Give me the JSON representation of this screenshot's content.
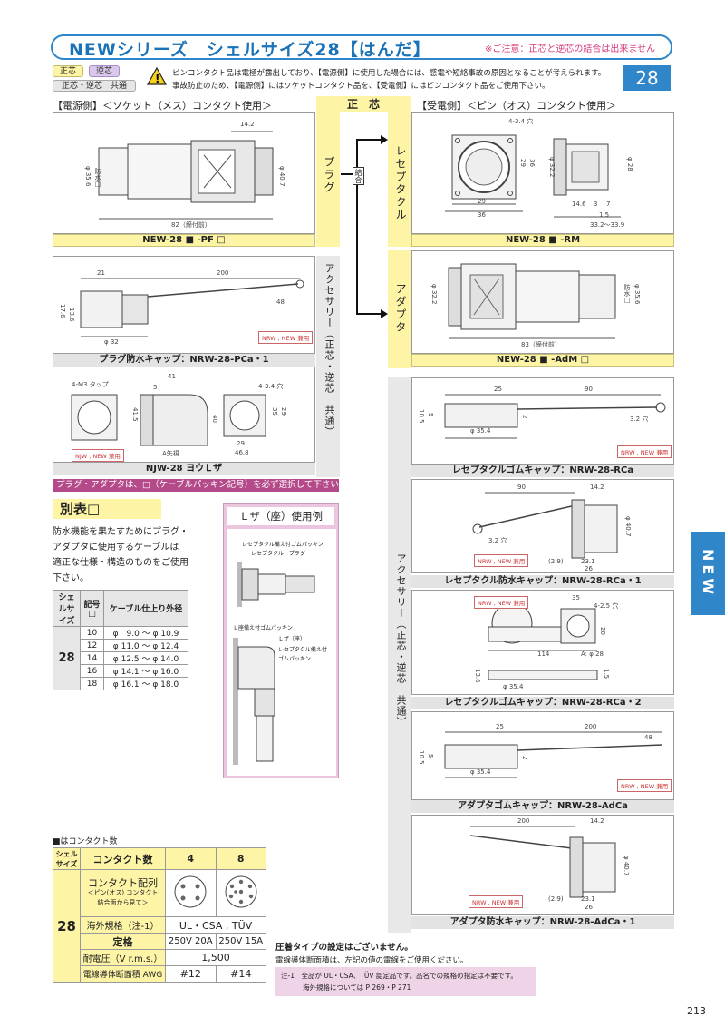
{
  "header": {
    "title": "NEWシリーズ　シェルサイズ28【はんだ】",
    "note": "※ご注意：正芯と逆芯の結合は出来ません"
  },
  "tags": {
    "seishin": "正芯",
    "gyakushin": "逆芯",
    "common": "正芯・逆芯　共通"
  },
  "warning": {
    "line1": "ピンコンタクト品は電極が露出しており、【電源側】に使用した場合には、感電や短絡事故の原因となることが考えられます。",
    "line2": "事故防止のため、【電源側】にはソケットコンタクト品を、【受電側】にはピンコンタクト品をご使用下さい。"
  },
  "page_box": "28",
  "power_side": "【電源側】＜ソケット（メス）コンタクト使用＞",
  "center_label": "正　芯",
  "receive_side": "【受電側】＜ピン（オス）コンタクト使用＞",
  "vertical": {
    "plug": "プラグ",
    "receptacle": "レセプタクル",
    "adapter": "アダプタ",
    "ketsugo": "結合",
    "accessory_left": "アクセサリー（正芯・逆芯　共通）",
    "accessory_right": "アクセサリー（正芯・逆芯　共通）"
  },
  "labels": {
    "plug": "NEW-28 ■ -PF □",
    "receptacle": "NEW-28 ■ -RM",
    "adapter": "NEW-28 ■ -AdM □",
    "plug_cap": "プラグ防水キャップ：NRW-28-PCa・1",
    "njw": "NJW-28 ヨウＬザ",
    "rcap1": "レセプタクルゴムキャップ：NRW-28-RCa",
    "rcap2": "レセプタクル防水キャップ：NRW-28-RCa・1",
    "rcap3": "レセプタクルゴムキャップ：NRW-28-RCa・2",
    "acap1": "アダプタゴムキャップ：NRW-28-AdCa",
    "acap2": "アダプタ防水キャップ：NRW-28-AdCa・1"
  },
  "badges": {
    "nrw_new": "NRW , NEW 兼用",
    "njw_new": "NJW , NEW 兼用"
  },
  "dims": {
    "plug": [
      "14.2",
      "φ 35.6",
      "防水□",
      "φ 40.7",
      "82（締付前）"
    ],
    "rec": [
      "4-3.4 穴",
      "φ 32.2",
      "φ 28",
      "29",
      "36",
      "29",
      "36",
      "14.6",
      "3",
      "7",
      "1.5",
      "33.2～33.9"
    ],
    "adp": [
      "φ 32.2",
      "防水□",
      "φ 35.6",
      "83（締付前）"
    ],
    "pcap": [
      "21",
      "200",
      "48",
      "17.6",
      "13.6",
      "φ 32"
    ],
    "njw": [
      "4-M3 タップ",
      "41",
      "5",
      "40",
      "41.5",
      "A矢視",
      "4-3.4 穴",
      "29",
      "46.8",
      "35",
      "29"
    ],
    "rc1": [
      "25",
      "90",
      "10.5",
      "5",
      "2",
      "3.2 穴",
      "φ 35.4"
    ],
    "rc2": [
      "90",
      "14.2",
      "φ 40.7",
      "3.2 穴",
      "(2.9)",
      "23.1",
      "26"
    ],
    "rc3": [
      "35",
      "4-2.5 穴",
      "20",
      "114",
      "A: φ 28",
      "13.6",
      "1.5",
      "φ 35.4"
    ],
    "ac1": [
      "25",
      "200",
      "48",
      "10.5",
      "5",
      "2",
      "φ 35.4"
    ],
    "ac2": [
      "200",
      "14.2",
      "φ 40.7",
      "(2.9)",
      "23.1",
      "26"
    ]
  },
  "select_note": "プラグ・アダプタは、□（ケーブルパッキン記号）を必ず選択して下さい",
  "beppyo": {
    "title": "別表□",
    "text": [
      "防水機能を果たすためにプラグ・",
      "アダプタに使用するケーブルは",
      "適正な仕様・構造のものをご使用",
      "下さい。"
    ]
  },
  "cable_table": {
    "headers": [
      "シェルサイズ",
      "記号□",
      "ケーブル仕上り外径"
    ],
    "shell": "28",
    "rows": [
      [
        "10",
        "φ　9.0 ～ φ 10.9"
      ],
      [
        "12",
        "φ 11.0 ～ φ 12.4"
      ],
      [
        "14",
        "φ 12.5 ～ φ 14.0"
      ],
      [
        "16",
        "φ 14.1 ～ φ 16.0"
      ],
      [
        "18",
        "φ 16.1 ～ φ 18.0"
      ]
    ]
  },
  "lza": {
    "title": "Ｌザ（座）使用例",
    "notes": [
      "レセプタクル備え付ゴムパッキン",
      "レセプタクル　プラグ",
      "Ｌ座備え付ゴムパッキン",
      "Ｌザ（座）",
      "レセプタクル備え付",
      "ゴムパッキン"
    ]
  },
  "contact": {
    "caption": "■はコンタクト数",
    "h_shell": "シェルサイズ",
    "h_count": "コンタクト数",
    "c4": "4",
    "c8": "8",
    "shell": "28",
    "arr_label": "コンタクト配列",
    "arr_sub": "＜ピン(オス) コンタクト",
    "arr_sub2": "結合面から見て＞",
    "std_label": "海外規格（注-1）",
    "std_val": "UL・CSA , TÜV",
    "rating_label": "定格",
    "rating4": "250V 20A",
    "rating8": "250V 15A",
    "volt_label": "耐電圧（V r.m.s.）",
    "volt_val": "1,500",
    "awg_label": "電線導体断面積 AWG",
    "awg4": "#12",
    "awg8": "#14"
  },
  "notes": {
    "crimp": "圧着タイプの設定はございません。",
    "wire": "電線導体断面積は、左記の値の電線をご使用ください。",
    "n1": "注-1　全品が UL・CSA、TÜV 認定品です。品名での規格の指定は不要です。",
    "n2": "海外規格については P 269・P 271"
  },
  "side_tab": "NEW",
  "page_number": "213"
}
